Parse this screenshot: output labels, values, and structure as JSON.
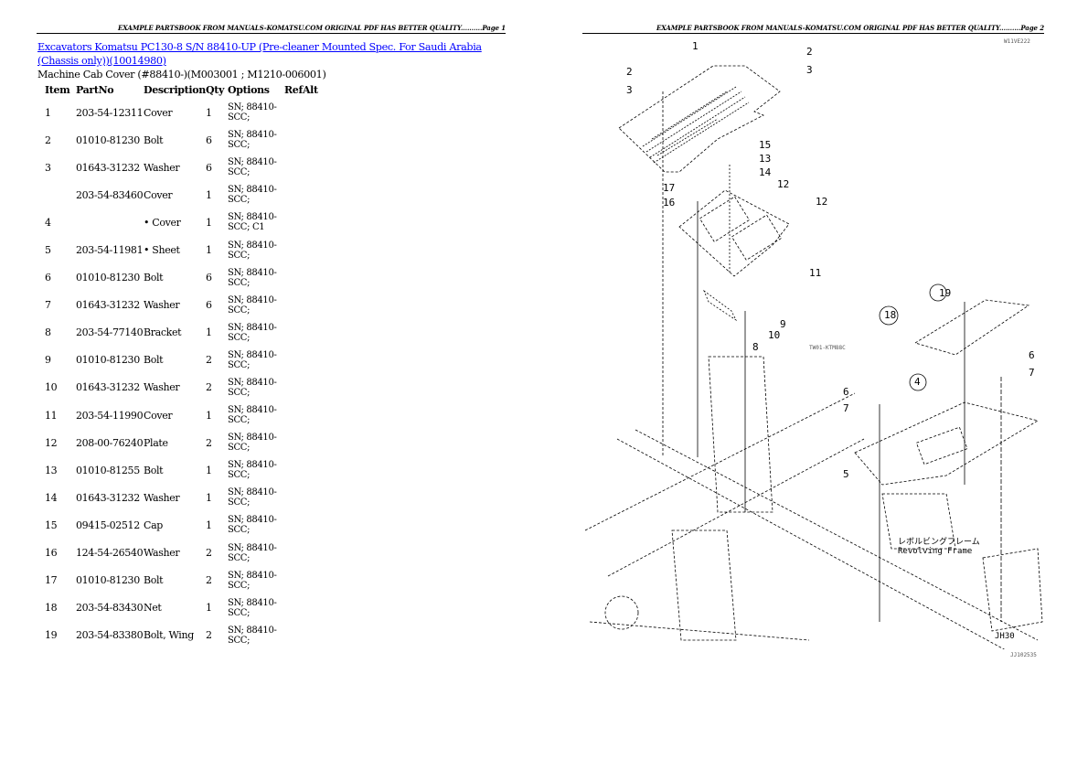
{
  "pages": [
    {
      "header": "EXAMPLE PARTSBOOK FROM MANUALS-KOMATSU.COM ORIGINAL PDF HAS BETTER QUALITY..........Page 1",
      "title_link": "Excavators Komatsu PC130-8 S/N 88410-UP (Pre-cleaner Mounted Spec. For Saudi Arabia (Chassis only))(10014980)",
      "subtitle": "Machine Cab Cover (#88410-)(M003001 ; M1210-006001)",
      "table": {
        "columns": [
          "Item",
          "PartNo",
          "Description",
          "Qty",
          "Options",
          "Ref",
          "Alt"
        ],
        "rows": [
          {
            "item": "1",
            "partno": "203-54-12311",
            "description": "Cover",
            "qty": "1",
            "options": "SN; 88410-SCC;"
          },
          {
            "item": "2",
            "partno": "01010-81230",
            "description": "Bolt",
            "qty": "6",
            "options": "SN; 88410-SCC;"
          },
          {
            "item": "3",
            "partno": "01643-31232",
            "description": "Washer",
            "qty": "6",
            "options": "SN; 88410-SCC;"
          },
          {
            "item": "",
            "partno": "203-54-83460",
            "description": "Cover",
            "qty": "1",
            "options": "SN; 88410-SCC;"
          },
          {
            "item": "4",
            "partno": "",
            "description": "• Cover",
            "qty": "1",
            "options": "SN; 88410-SCC; C1"
          },
          {
            "item": "5",
            "partno": "203-54-11981",
            "description": "• Sheet",
            "qty": "1",
            "options": "SN; 88410-SCC;"
          },
          {
            "item": "6",
            "partno": "01010-81230",
            "description": "Bolt",
            "qty": "6",
            "options": "SN; 88410-SCC;"
          },
          {
            "item": "7",
            "partno": "01643-31232",
            "description": "Washer",
            "qty": "6",
            "options": "SN; 88410-SCC;"
          },
          {
            "item": "8",
            "partno": "203-54-77140",
            "description": "Bracket",
            "qty": "1",
            "options": "SN; 88410-SCC;"
          },
          {
            "item": "9",
            "partno": "01010-81230",
            "description": "Bolt",
            "qty": "2",
            "options": "SN; 88410-SCC;"
          },
          {
            "item": "10",
            "partno": "01643-31232",
            "description": "Washer",
            "qty": "2",
            "options": "SN; 88410-SCC;"
          },
          {
            "item": "11",
            "partno": "203-54-11990",
            "description": "Cover",
            "qty": "1",
            "options": "SN; 88410-SCC;"
          },
          {
            "item": "12",
            "partno": "208-00-76240",
            "description": "Plate",
            "qty": "2",
            "options": "SN; 88410-SCC;"
          },
          {
            "item": "13",
            "partno": "01010-81255",
            "description": "Bolt",
            "qty": "1",
            "options": "SN; 88410-SCC;"
          },
          {
            "item": "14",
            "partno": "01643-31232",
            "description": "Washer",
            "qty": "1",
            "options": "SN; 88410-SCC;"
          },
          {
            "item": "15",
            "partno": "09415-02512",
            "description": "Cap",
            "qty": "1",
            "options": "SN; 88410-SCC;"
          },
          {
            "item": "16",
            "partno": "124-54-26540",
            "description": "Washer",
            "qty": "2",
            "options": "SN; 88410-SCC;"
          },
          {
            "item": "17",
            "partno": "01010-81230",
            "description": "Bolt",
            "qty": "2",
            "options": "SN; 88410-SCC;"
          },
          {
            "item": "18",
            "partno": "203-54-83430",
            "description": "Net",
            "qty": "1",
            "options": "SN; 88410-SCC;"
          },
          {
            "item": "19",
            "partno": "203-54-83380",
            "description": "Bolt, Wing",
            "qty": "2",
            "options": "SN; 88410-SCC;"
          }
        ]
      }
    },
    {
      "header": "EXAMPLE PARTSBOOK FROM MANUALS-KOMATSU.COM ORIGINAL PDF HAS BETTER QUALITY..........Page 2",
      "diagram": {
        "top_ref_code": "W11VE222",
        "mid_ref_code": "TW01-KTM88C",
        "bottom_ref_code": "JJ102535",
        "frame_label_jp": "レボルビングフレーム",
        "frame_label_en": "Revolving Frame",
        "corner_label": "JH30",
        "callouts": [
          "1",
          "2",
          "3",
          "2",
          "3",
          "15",
          "13",
          "14",
          "17",
          "16",
          "12",
          "12",
          "11",
          "19",
          "18",
          "9",
          "10",
          "8",
          "6",
          "7",
          "4",
          "6",
          "7",
          "5"
        ]
      }
    }
  ],
  "colors": {
    "link": "#0000ff",
    "text": "#000000",
    "background": "#ffffff"
  }
}
